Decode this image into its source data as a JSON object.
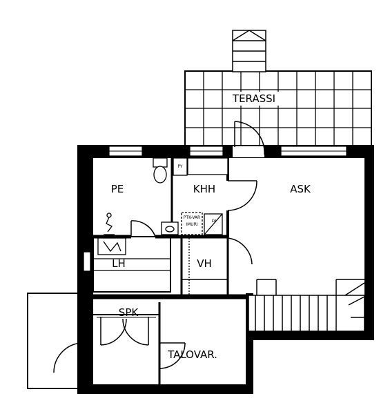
{
  "plan": {
    "rooms": [
      {
        "id": "terassi",
        "label": "TERASSI"
      },
      {
        "id": "pe",
        "label": "PE"
      },
      {
        "id": "khh",
        "label": "KHH"
      },
      {
        "id": "ask",
        "label": "ASK"
      },
      {
        "id": "lh",
        "label": "LH"
      },
      {
        "id": "vh",
        "label": "VH"
      },
      {
        "id": "spk",
        "label": "SPK"
      },
      {
        "id": "talovar",
        "label": "TALOVAR."
      }
    ],
    "fixtures": {
      "py": "PY",
      "lv": "LV",
      "ptk_line1": "PTK-VAR",
      "ptk_line2": "IMURI"
    }
  }
}
